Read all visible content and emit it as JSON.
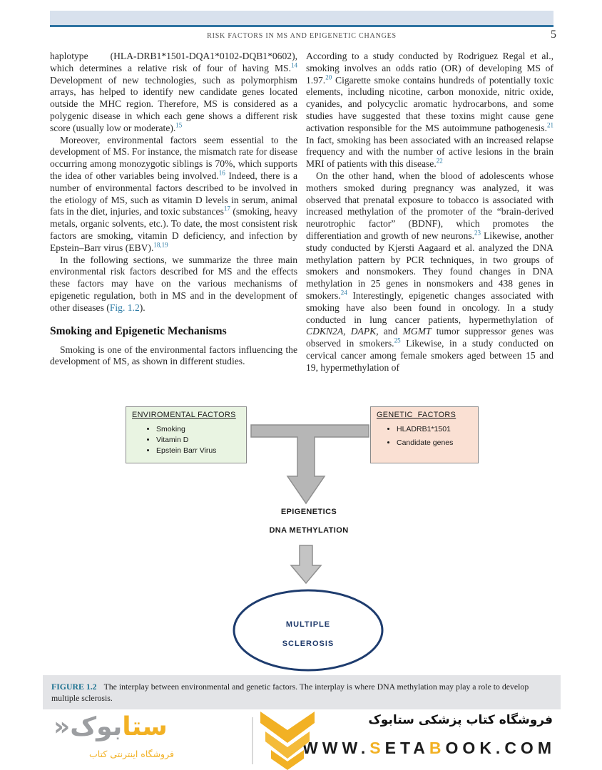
{
  "header": {
    "running_head": "RISK FACTORS IN MS AND EPIGENETIC CHANGES",
    "page_number": "5"
  },
  "left_column": {
    "p1": [
      {
        "t": "haplotype (HLA-DRB1*1501-DQA1*0102-DQB1*0602), which determines a relative risk of four of having MS."
      },
      {
        "t": "14",
        "c": "sup"
      },
      {
        "t": " Development of new technologies, such as polymorphism arrays, has helped to identify new candidate genes located outside the MHC region. Therefore, MS is considered as a polygenic disease in which each gene shows a different risk score (usually low or moderate)."
      },
      {
        "t": "15",
        "c": "sup"
      }
    ],
    "p2": [
      {
        "t": "Moreover, environmental factors seem essential to the development of MS. For instance, the mismatch rate for disease occurring among monozygotic siblings is 70%, which supports the idea of other variables being involved."
      },
      {
        "t": "16",
        "c": "sup"
      },
      {
        "t": " Indeed, there is a number of environmental factors described to be involved in the etiology of MS, such as vitamin D levels in serum, animal fats in the diet, injuries, and toxic substances"
      },
      {
        "t": "17",
        "c": "sup"
      },
      {
        "t": " (smoking, heavy metals, organic solvents, etc.). To date, the most consistent risk factors are smoking, vitamin D deficiency, and infection by Epstein–Barr virus (EBV)."
      },
      {
        "t": "18,19",
        "c": "sup"
      }
    ],
    "p3": [
      {
        "t": "In the following sections, we summarize the three main environmental risk factors described for MS and the effects these factors may have on the various mechanisms of epigenetic regulation, both in MS and in the development of other diseases ("
      },
      {
        "t": "Fig. 1.2",
        "c": "link"
      },
      {
        "t": ")."
      }
    ],
    "heading": "Smoking and Epigenetic Mechanisms",
    "p4": [
      {
        "t": "Smoking is one of the environmental factors influencing the development of MS, as shown in different studies."
      }
    ]
  },
  "right_column": {
    "p1": [
      {
        "t": "According to a study conducted by Rodriguez Regal et al., smoking involves an odds ratio (OR) of developing MS of 1.97."
      },
      {
        "t": "20",
        "c": "sup"
      },
      {
        "t": " Cigarette smoke contains hundreds of potentially toxic elements, including nicotine, carbon monoxide, nitric oxide, cyanides, and polycyclic aromatic hydrocarbons, and some studies have suggested that these toxins might cause gene activation responsible for the MS autoimmune pathogenesis."
      },
      {
        "t": "21",
        "c": "sup"
      },
      {
        "t": " In fact, smoking has been associated with an increased relapse frequency and with the number of active lesions in the brain MRI of patients with this disease."
      },
      {
        "t": "22",
        "c": "sup"
      }
    ],
    "p2": [
      {
        "t": "On the other hand, when the blood of adolescents whose mothers smoked during pregnancy was analyzed, it was observed that prenatal exposure to tobacco is associated with increased methylation of the promoter of the “brain-derived neurotrophic factor” (BDNF), which promotes the differentiation and growth of new neurons."
      },
      {
        "t": "23",
        "c": "sup"
      },
      {
        "t": " Likewise, another study conducted by Kjersti Aagaard et al. analyzed the DNA methylation pattern by PCR techniques, in two groups of smokers and nonsmokers. They found changes in DNA methylation in 25 genes in nonsmokers and 438 genes in smokers."
      },
      {
        "t": "24",
        "c": "sup"
      },
      {
        "t": " Interestingly, epigenetic changes associated with smoking have also been found in oncology. In a study conducted in lung cancer patients, hypermethylation of "
      },
      {
        "t": "CDKN2A",
        "c": "it"
      },
      {
        "t": ", "
      },
      {
        "t": "DAPK",
        "c": "it"
      },
      {
        "t": ", and "
      },
      {
        "t": "MGMT",
        "c": "it"
      },
      {
        "t": " tumor suppressor genes was observed in smokers."
      },
      {
        "t": "25",
        "c": "sup"
      },
      {
        "t": " Likewise, in a study conducted on cervical cancer among female smokers aged between 15 and 19, hypermethylation of"
      }
    ]
  },
  "figure": {
    "env_box": {
      "title": "ENVIROMENTAL FACTORS",
      "items": [
        "Smoking",
        "Vitamin D",
        "Epstein Barr Virus"
      ]
    },
    "gen_box": {
      "title": "GENETIC  FACTORS",
      "items": [
        "HLADRB1*1501",
        "Candidate genes"
      ]
    },
    "label_epigenetics": "EPIGENETICS",
    "label_dna": "DNA METHYLATION",
    "ellipse_line1": "MULTIPLE",
    "ellipse_line2": "SCLEROSIS",
    "caption_label": "FIGURE 1.2",
    "caption_text": "The interplay between environmental and genetic factors. The interplay is where DNA methylation may play a role to develop multiple sclerosis."
  },
  "footer": {
    "store_title_fa": "فروشگاه کتاب پزشکی ستابوک",
    "url": [
      {
        "t": "WWW."
      },
      {
        "t": "S",
        "c": "gold"
      },
      {
        "t": "ETA"
      },
      {
        "t": "B",
        "c": "gold"
      },
      {
        "t": "OOK.COM"
      }
    ],
    "logo": {
      "wordmark": [
        {
          "t": "ستا",
          "c": "gold"
        },
        {
          "t": "بوک",
          "c": "graytxt"
        },
        {
          "t": "«",
          "c": "graytxt"
        }
      ],
      "subtitle_fa": "فروشگاه اینترنتی کتاب"
    }
  },
  "colors": {
    "topbar": "#d8e1ed",
    "topline": "#2f74a2",
    "reference": "#2e7ca6",
    "green_box": "#e9f4e2",
    "pink_box": "#fae0d3",
    "connector_gray": "#b6b6b6",
    "ellipse_navy": "#1e3c6e",
    "caption_bg": "#e3e4e7",
    "caption_label": "#1b7190",
    "brand_gold": "#f2b124",
    "brand_gray": "#9c9ea1"
  }
}
